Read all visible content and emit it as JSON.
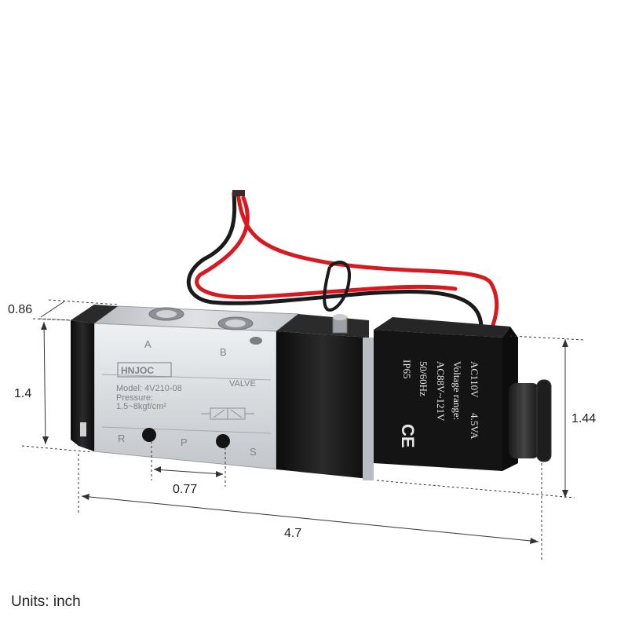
{
  "dimensions": {
    "depth": "0.86",
    "body_height": "1.4",
    "coil_height": "1.44",
    "port_spacing": "0.77",
    "length": "4.7"
  },
  "units_label": "Units: inch",
  "valve_markings": {
    "brand": "HNJOC",
    "port_a": "A",
    "port_b": "B",
    "port_r": "R",
    "port_p": "P",
    "port_s": "S",
    "valve_word": "VALVE",
    "model": "Model: 4V210-08",
    "pressure_label": "Pressure:",
    "pressure_value": "1.5~8kgf/cm²"
  },
  "coil_markings": {
    "voltage": "AC110V",
    "power": "4.5VA",
    "range_label": "Voltage range:",
    "range_value": "AC88V~121V",
    "frequency": "50/60Hz",
    "ip_rating": "IP65",
    "ce_mark": "CE"
  },
  "colors": {
    "aluminum": "#d9dcdf",
    "aluminum_dark": "#b4b8bc",
    "black_plastic": "#141414",
    "wire_red": "#d8191f",
    "wire_black": "#1a1a1a"
  }
}
